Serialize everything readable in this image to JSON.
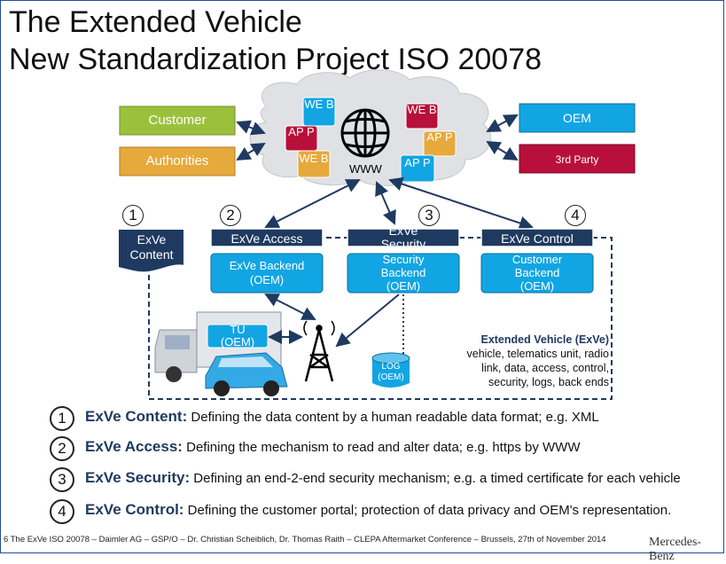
{
  "title": {
    "line1": "The Extended Vehicle",
    "line2": "New Standardization Project ISO 20078"
  },
  "left_boxes": {
    "customer": "Customer",
    "authorities": "Authorities"
  },
  "right_boxes": {
    "oem": "OEM",
    "third_party": "3rd Party"
  },
  "cloud": {
    "www": "WWW",
    "web1": "WE B",
    "web2": "WE B",
    "web3": "WE B",
    "app1": "AP P",
    "app2": "AP P",
    "app3": "AP P"
  },
  "numbers": [
    "1",
    "2",
    "3",
    "4"
  ],
  "exve_content": "ExVe Content",
  "headers": {
    "access": "ExVe Access",
    "security": "ExVe Security",
    "control": "ExVe Control"
  },
  "backends": {
    "access": "ExVe Backend (OEM)",
    "security": "Security Backend (OEM)",
    "control": "Customer Backend (OEM)"
  },
  "tu": "TU (OEM)",
  "log": "LOG (OEM)",
  "extended": {
    "heading": "Extended Vehicle (ExVe)",
    "lines": [
      "vehicle, telematics unit, radio",
      "link, data, access, control,",
      "security, logs, back ends"
    ]
  },
  "legend": [
    {
      "num": "1",
      "term": "ExVe Content:",
      "desc": "Defining the data content by a human readable data format; e.g. XML"
    },
    {
      "num": "2",
      "term": "ExVe Access:",
      "desc": "Defining the mechanism to read and alter data; e.g. https by WWW"
    },
    {
      "num": "3",
      "term": "ExVe Security:",
      "desc": "Defining an end-2-end security mechanism; e.g. a timed certificate for each vehicle"
    },
    {
      "num": "4",
      "term": "ExVe Control:",
      "desc": "Defining the customer portal; protection of data privacy and OEM's representation."
    }
  ],
  "footer": "6  The ExVe ISO 20078 – Daimler AG – GSP/O – Dr. Christian Scheiblich, Dr. Thomas Raith – CLEPA Aftermarket Conference – Brussels, 27th of November 2014",
  "brand": "Mercedes-Benz",
  "colors": {
    "green": "#9bc13c",
    "orange": "#e6a93b",
    "blue": "#12a5e3",
    "red": "#b8103a",
    "navy": "#1f3a60"
  }
}
